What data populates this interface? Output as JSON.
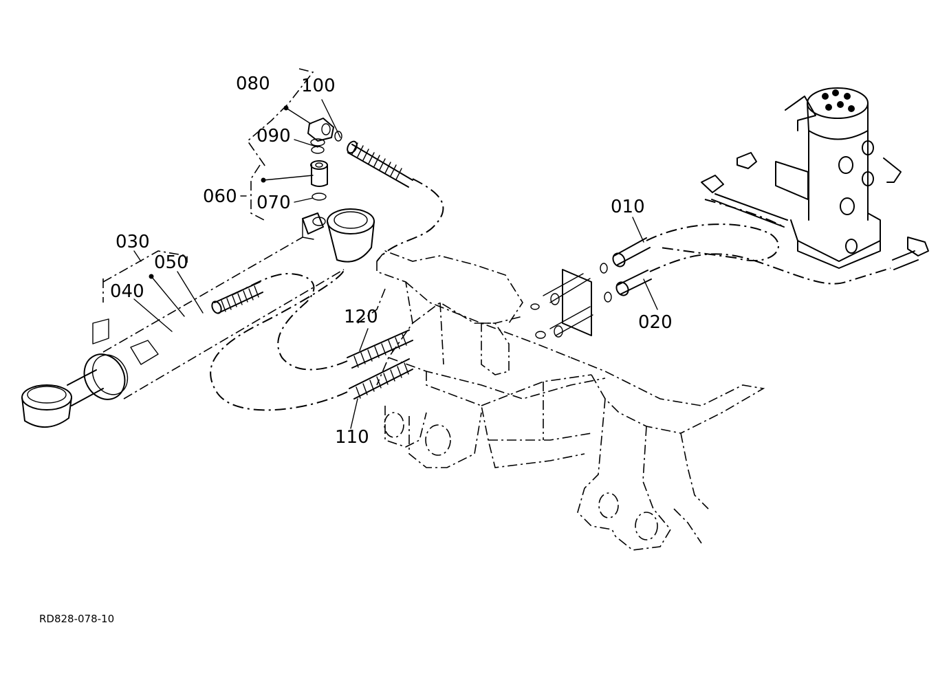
{
  "diagram": {
    "reference": "RD828-078-10",
    "parts": [
      {
        "id": "p010",
        "label": "010"
      },
      {
        "id": "p020",
        "label": "020"
      },
      {
        "id": "p030",
        "label": "030"
      },
      {
        "id": "p040",
        "label": "040"
      },
      {
        "id": "p050",
        "label": "050"
      },
      {
        "id": "p060",
        "label": "060"
      },
      {
        "id": "p070",
        "label": "070"
      },
      {
        "id": "p080",
        "label": "080"
      },
      {
        "id": "p090",
        "label": "090"
      },
      {
        "id": "p100",
        "label": "100"
      },
      {
        "id": "p110",
        "label": "110"
      },
      {
        "id": "p120",
        "label": "120"
      }
    ]
  }
}
